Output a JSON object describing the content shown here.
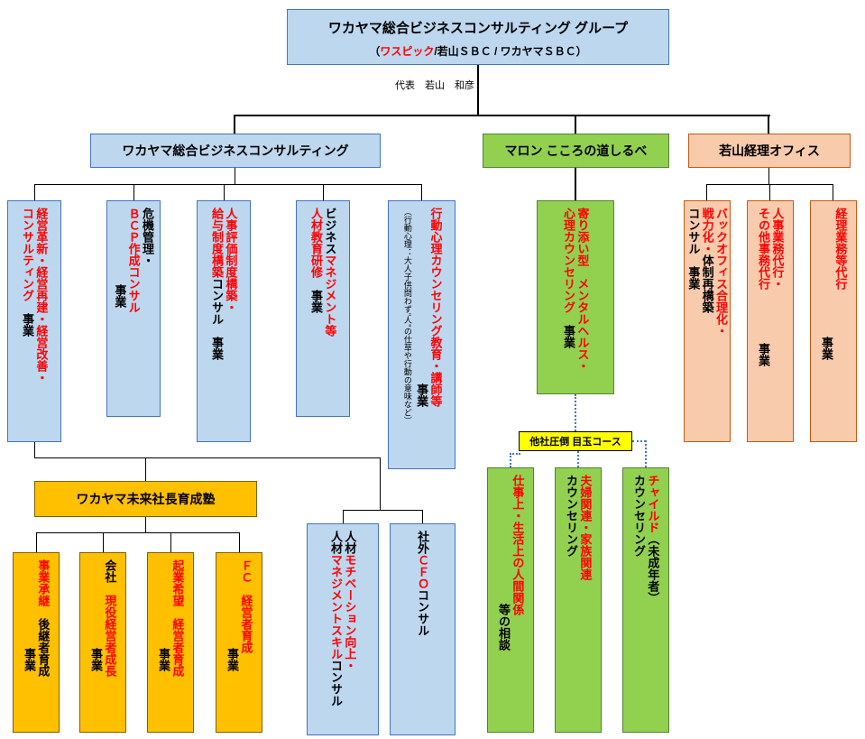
{
  "top_box": {
    "title": "ワカヤマ総合ビジネスコンサルティング グループ",
    "subtitle_open": "（",
    "subtitle_red": "ワスピック",
    "subtitle_rest": "/若山ＳＢＣ / ワカヤマＳＢＣ）"
  },
  "representative": "代表　若山　和彦",
  "headers": {
    "consulting": "ワカヤマ総合ビジネスコンサルティング",
    "maron": "マロン こころの道しるべ",
    "keiri_office": "若山経理オフィス",
    "juku": "ワカヤマ未来社長育成塾"
  },
  "highlight_label": "他社圧倒 目玉コース",
  "colors": {
    "blue_fill": "#BDD7EE",
    "green_fill": "#92D050",
    "peach_fill": "#F8CBAD",
    "gold_fill": "#FFC000",
    "yellow_fill": "#FFFF00",
    "red_text": "#FF0000"
  },
  "boxes": {
    "keiei_kakushin": {
      "s1": "経営革新・経営再建・経営改善・",
      "s2": "コンサルティング",
      "s3": "事業"
    },
    "kiki_kanri": {
      "s1": "危機管理・",
      "s2": "ＢＣＰ作成コンサル",
      "s3": "事業"
    },
    "jinji_hyoka": {
      "s1": "人事評価制度構築・",
      "s2": "給与制度構築",
      "s3": "コンサル",
      "s4": "事業"
    },
    "business_jinzai": {
      "s1": "ビジネス",
      "s2": "マネジメント等",
      "s3": "人材教育研修",
      "s4": "事業"
    },
    "kodo_shinri": {
      "s1": "行動心理カウンセリング教育・講師等",
      "s2": "事業",
      "s3": "（行動心理：大人子供問わず\"人\"の仕草や行動の意味など）"
    },
    "mental_care": {
      "s1": "寄り添い型　メンタルヘルス・",
      "s2": "心理カウンセリング",
      "s3": "事業"
    },
    "back_office": {
      "s1": "バックオフィス合理化・",
      "s2": "戦力化・",
      "s3": "体制再構築",
      "s4": "コンサル",
      "s5": "事業"
    },
    "jinji_daiko": {
      "s1": "人事業務代行・",
      "s2": "その他事務代行",
      "s3": "事業"
    },
    "keiri_daiko": {
      "s1": "経理業務等代行",
      "s2": "事業"
    },
    "ningen_kankei": {
      "s1": "仕事上・生活上の人間関係",
      "s2": "等の相談"
    },
    "fufu_kazoku": {
      "s1": "夫婦関連・家族関連",
      "s2": "カウンセリング"
    },
    "child": {
      "s1": "チャイルド",
      "s2": "（未成年者）",
      "s3": "カウンセリング"
    },
    "jigyo_shokei": {
      "s1": "事業承継",
      "s2": "後継者育成",
      "s3": "事業"
    },
    "geneki_keieisha": {
      "s1": "会社",
      "s2": "現役経営者成長",
      "s3": "事業"
    },
    "kigyo_kibo": {
      "s1": "起業希望",
      "s2": "経営者育成",
      "s3": "事業"
    },
    "fc_keieisha": {
      "s1": "ＦＣ",
      "s2": "経営者育成",
      "s3": "事業"
    },
    "jinzai_motivation": {
      "s1": "人材",
      "s2": "モチベーション向上・",
      "s3": "人材",
      "s4": "マネジメントスキル",
      "s5": "コンサル"
    },
    "shagai_cfo": {
      "s1": "社外",
      "s2": "ＣＦＯ",
      "s3": "コンサル"
    }
  }
}
